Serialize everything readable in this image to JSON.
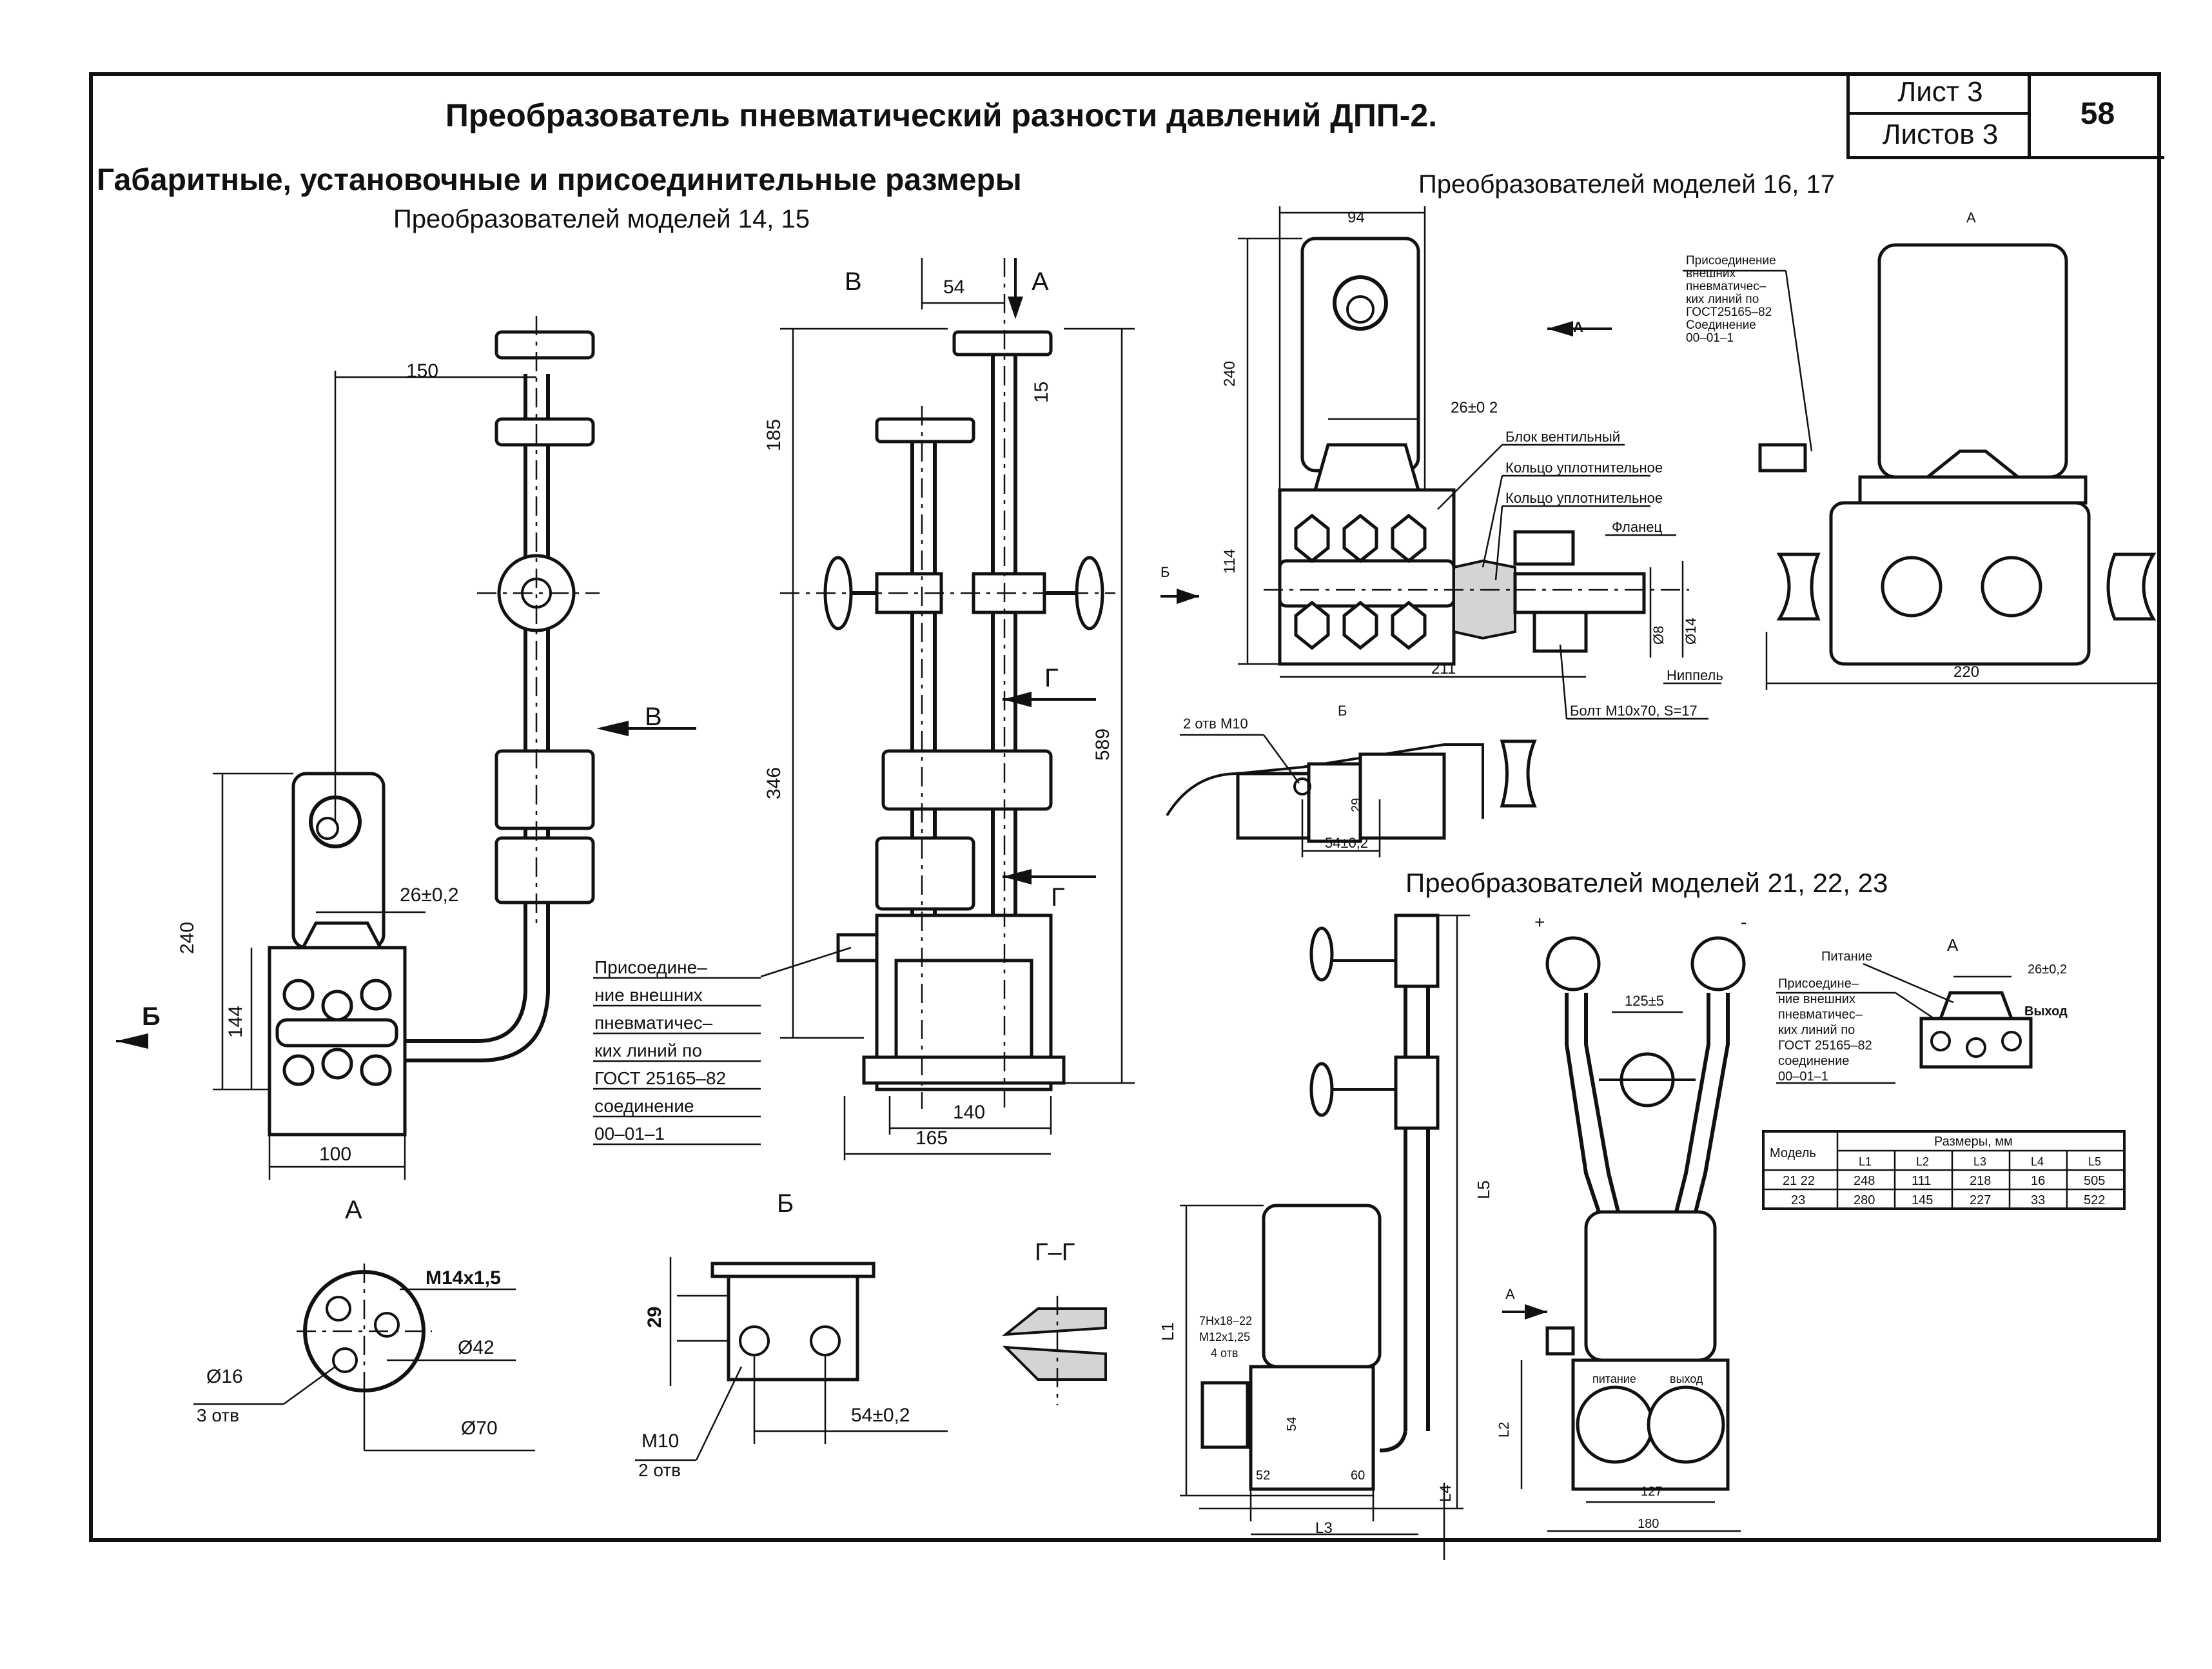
{
  "header": {
    "title": "Преобразователь пневматический разности давлений ДПП-2.",
    "sheet_label": "Лист 3",
    "sheets_label": "Листов 3",
    "page_number": "58"
  },
  "headings": {
    "main": "Габаритные, установочные и присоединительные размеры",
    "models_14_15": "Преобразователей моделей 14, 15",
    "models_16_17": "Преобразователей моделей 16, 17",
    "models_21_23": "Преобразователей моделей 21, 22, 23"
  },
  "view_labels": {
    "A": "А",
    "B": "Б",
    "V": "В",
    "G": "Г",
    "GG": "Г–Г"
  },
  "dims_14_15": {
    "d150": "150",
    "d240": "240",
    "d144": "144",
    "d100": "100",
    "d26": "26±0,2",
    "d54": "54",
    "d185": "185",
    "d15": "15",
    "d346": "346",
    "d589": "589",
    "d140": "140",
    "d165": "165"
  },
  "conn_note": [
    "Присоедине–",
    "ние внешних",
    "пневматичес–",
    "ких линий по",
    "ГОСТ 25165–82",
    "соединение",
    "00–01–1"
  ],
  "detail_A": {
    "thread": "M14x1,5",
    "d42": "Ø42",
    "d16": "Ø16",
    "holes": "3 отв",
    "d70": "Ø70"
  },
  "detail_B": {
    "d29": "29",
    "d54": "54±0,2",
    "m10": "M10",
    "holes": "2 отв"
  },
  "dims_16_17": {
    "d94": "94",
    "d240": "240",
    "d114": "114",
    "d26": "26±0 2",
    "d211": "211",
    "d8": "Ø8",
    "d14": "Ø14",
    "d220": "220",
    "d2otv": "2 отв M10",
    "d54": "54±0,2",
    "d29": "29"
  },
  "parts_16_17": {
    "valve_block": "Блок вентильный",
    "seal_ring_1": "Кольцо уплотнительное",
    "seal_ring_2": "Кольцо уплотнительное",
    "flange": "Фланец",
    "nipple": "Ниппель",
    "bolt": "Болт М10х70, S=17"
  },
  "conn_note_small": [
    "Присоединение",
    "внешних",
    "пневматичес–",
    "ких линий по",
    "ГОСТ25165–82",
    "Соединение",
    "00–01–1"
  ],
  "dims_21_23": {
    "d125": "125±5",
    "plus": "+",
    "minus": "-",
    "supply": "Питание",
    "output": "Выход",
    "d26": "26±0,2",
    "L1": "L1",
    "L2": "L2",
    "L3": "L3",
    "L4": "L4",
    "L5": "L5",
    "thread_note": [
      "7Hх18–22",
      "M12х1,25",
      "4 отв"
    ],
    "d54": "54",
    "d52": "52",
    "d60": "60",
    "d127": "127",
    "d180": "180",
    "gauge_supply": "питание",
    "gauge_output": "выход"
  },
  "conn_note_21": [
    "Присоедине–",
    "ние внешних",
    "пневматичес–",
    "ких линий по",
    "ГОСТ 25165–82",
    "соединение",
    "00–01–1"
  ],
  "size_table": {
    "col_model": "Модель",
    "col_sizes": "Размеры, мм",
    "subcols": [
      "L1",
      "L2",
      "L3",
      "L4",
      "L5"
    ],
    "rows": [
      [
        "21 22",
        "248",
        "111",
        "218",
        "16",
        "505"
      ],
      [
        "23",
        "280",
        "145",
        "227",
        "33",
        "522"
      ]
    ]
  }
}
